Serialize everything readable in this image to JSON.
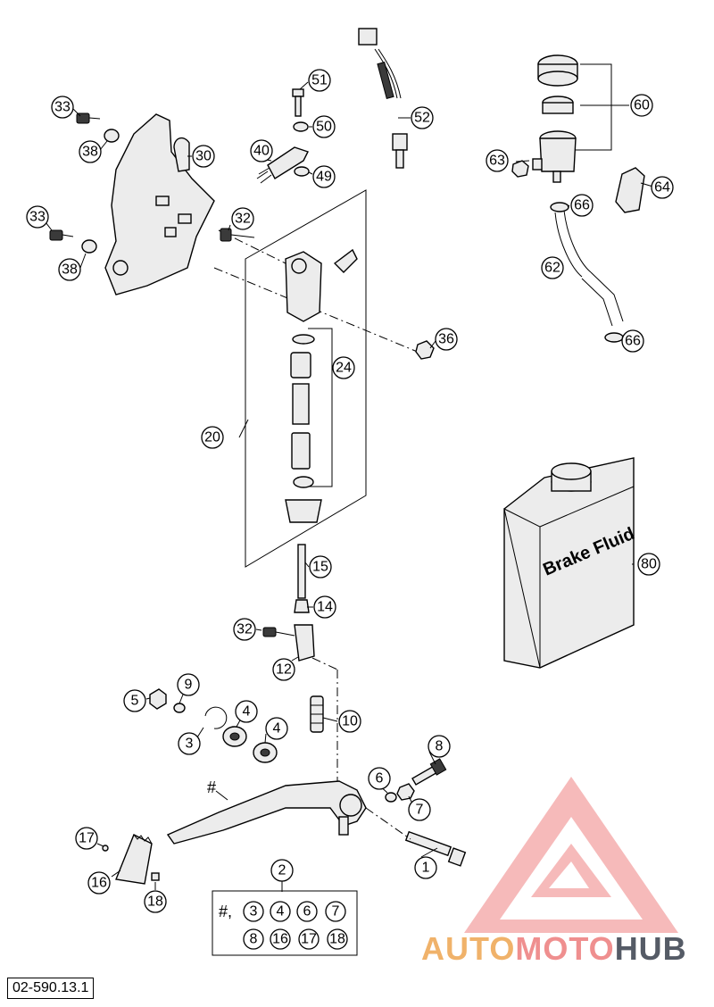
{
  "diagram": {
    "reference_code": "02-590.13.1",
    "fluid_container_label": "Brake Fluid",
    "kit_symbol": "#,",
    "lever_symbol": "#",
    "callouts": [
      "1",
      "2",
      "3",
      "4",
      "5",
      "6",
      "7",
      "8",
      "9",
      "10",
      "12",
      "14",
      "15",
      "16",
      "17",
      "18",
      "20",
      "24",
      "30",
      "32",
      "33",
      "36",
      "38",
      "40",
      "49",
      "50",
      "51",
      "52",
      "60",
      "62",
      "63",
      "64",
      "66",
      "80"
    ],
    "kit_contents": [
      "3",
      "4",
      "6",
      "7",
      "8",
      "16",
      "17",
      "18"
    ]
  },
  "watermark": {
    "part1": "AUTO",
    "part2": "MOTO",
    "part3": "HUB",
    "colors": {
      "orange": "#f0b26a",
      "pink": "#ef8f8f",
      "gray": "#555b66"
    }
  }
}
